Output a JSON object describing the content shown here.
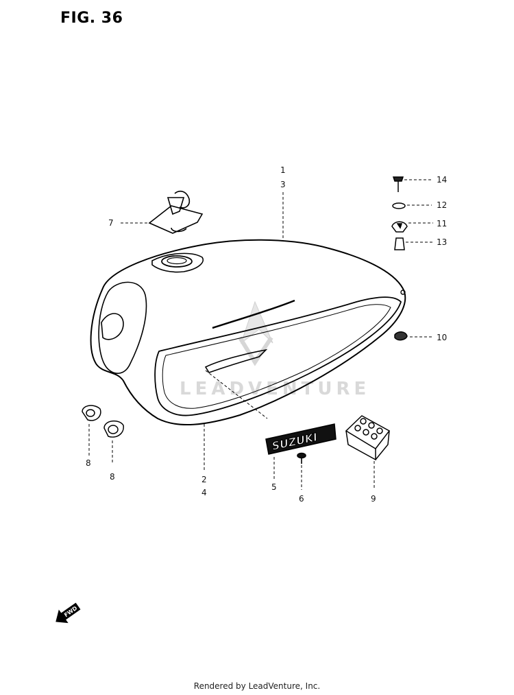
{
  "figure": {
    "title": "FIG. 36"
  },
  "watermark": {
    "text": "LEADVENTURE"
  },
  "emblem": {
    "text": "SUZUKI"
  },
  "fwd_label": "FWD",
  "footer": "Rendered by LeadVenture, Inc.",
  "callouts": {
    "c1": "1",
    "c3": "3",
    "c2": "2",
    "c4": "4",
    "c5": "5",
    "c6": "6",
    "c7": "7",
    "c8a": "8",
    "c8b": "8",
    "c9": "9",
    "c10": "10",
    "c11": "11",
    "c12": "12",
    "c13": "13",
    "c14": "14"
  }
}
